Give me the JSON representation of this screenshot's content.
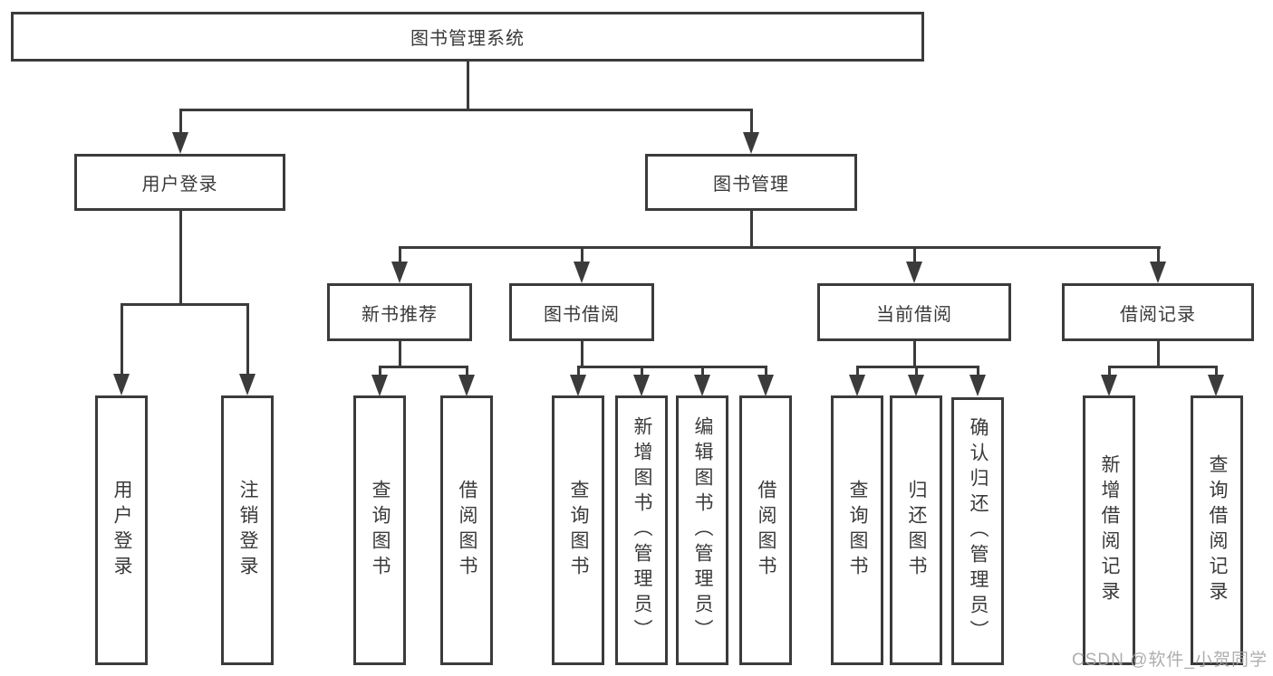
{
  "colors": {
    "line": "#3b3b3b",
    "text": "#3a3a3a",
    "box_background": "#ffffff",
    "page_background": "#ffffff",
    "watermark": "#a5a5a5"
  },
  "diagram": {
    "root": {
      "label": "图书管理系统"
    },
    "level2": [
      {
        "label": "用户登录",
        "leaves": [
          "用户登录",
          "注销登录"
        ]
      },
      {
        "label": "图书管理",
        "groups": [
          {
            "label": "新书推荐",
            "leaves": [
              "查询图书",
              "借阅图书"
            ]
          },
          {
            "label": "图书借阅",
            "leaves": [
              "查询图书",
              "新增图书（管理员）",
              "编辑图书（管理员）",
              "借阅图书"
            ]
          },
          {
            "label": "当前借阅",
            "leaves": [
              "查询图书",
              "归还图书",
              "确认归还（管理员）"
            ]
          },
          {
            "label": "借阅记录",
            "leaves": [
              "新增借阅记录",
              "查询借阅记录"
            ]
          }
        ]
      }
    ]
  },
  "watermark": {
    "text": "CSDN @软件_小贺同学"
  }
}
